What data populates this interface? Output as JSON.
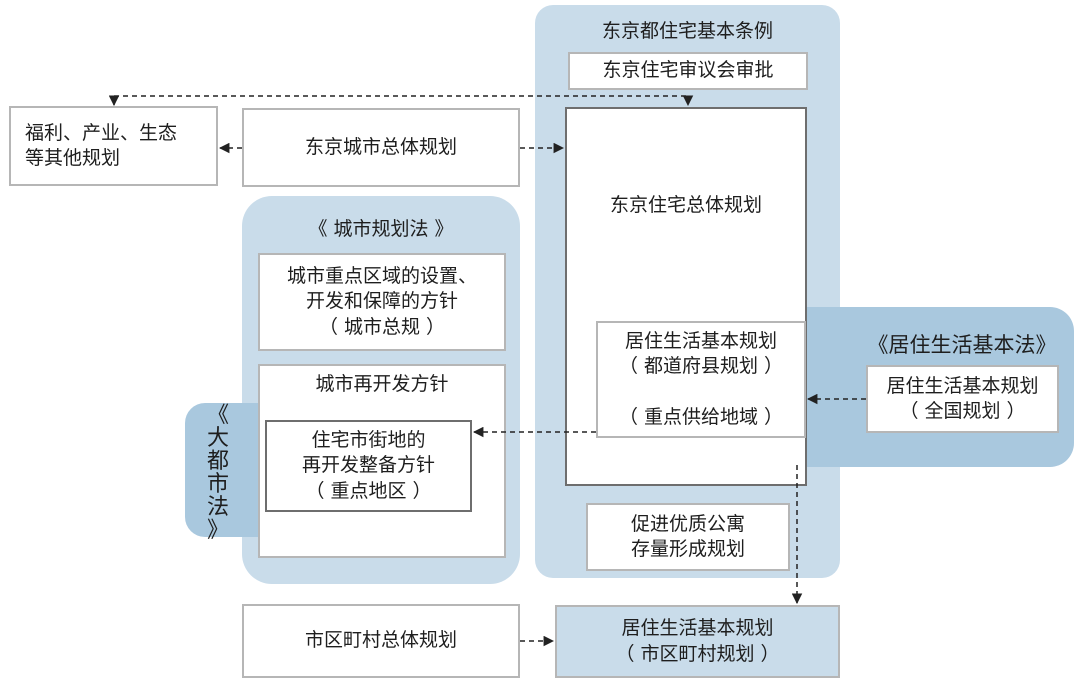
{
  "regions": {
    "tokyo_ordinance_title": "东京都住宅基本条例",
    "city_planning_law_title": "《 城市规划法 》",
    "residential_basic_law_title": "《居住生活基本法》",
    "metropolis_law_title": "《\n大\n都\n市\n法\n》"
  },
  "boxes": {
    "welfare_other_plans": "福利、产业、生态\n等其他规划",
    "tokyo_city_master_plan": "东京城市总体规划",
    "housing_council_approval": "东京住宅审议会审批",
    "tokyo_housing_master_plan": "东京住宅总体规划",
    "prefecture_residential_plan": "居住生活基本规划\n（ 都道府县规划 ）\n\n（ 重点供给地域 ）",
    "national_residential_plan": "居住生活基本规划\n（ 全国规划 ）",
    "key_area_policy": "城市重点区域的设置、\n开发和保障的方针\n（ 城市总规 ）",
    "urban_redevelopment_policy": "城市再开发方针",
    "residential_district_policy": "住宅市街地的\n再开发整备方针\n（ 重点地区 ）",
    "quality_apartment_plan": "促进优质公寓\n存量形成规划",
    "municipal_master_plan": "市区町村总体规划",
    "municipal_residential_plan": "居住生活基本规划\n（ 市区町村规划 ）"
  },
  "colors": {
    "region_light": "#c9dcea",
    "region_dark": "#a9c8de",
    "box_border": "#b6b6b6",
    "box_border_dark": "#6e6e6e",
    "arrow": "#222222"
  }
}
